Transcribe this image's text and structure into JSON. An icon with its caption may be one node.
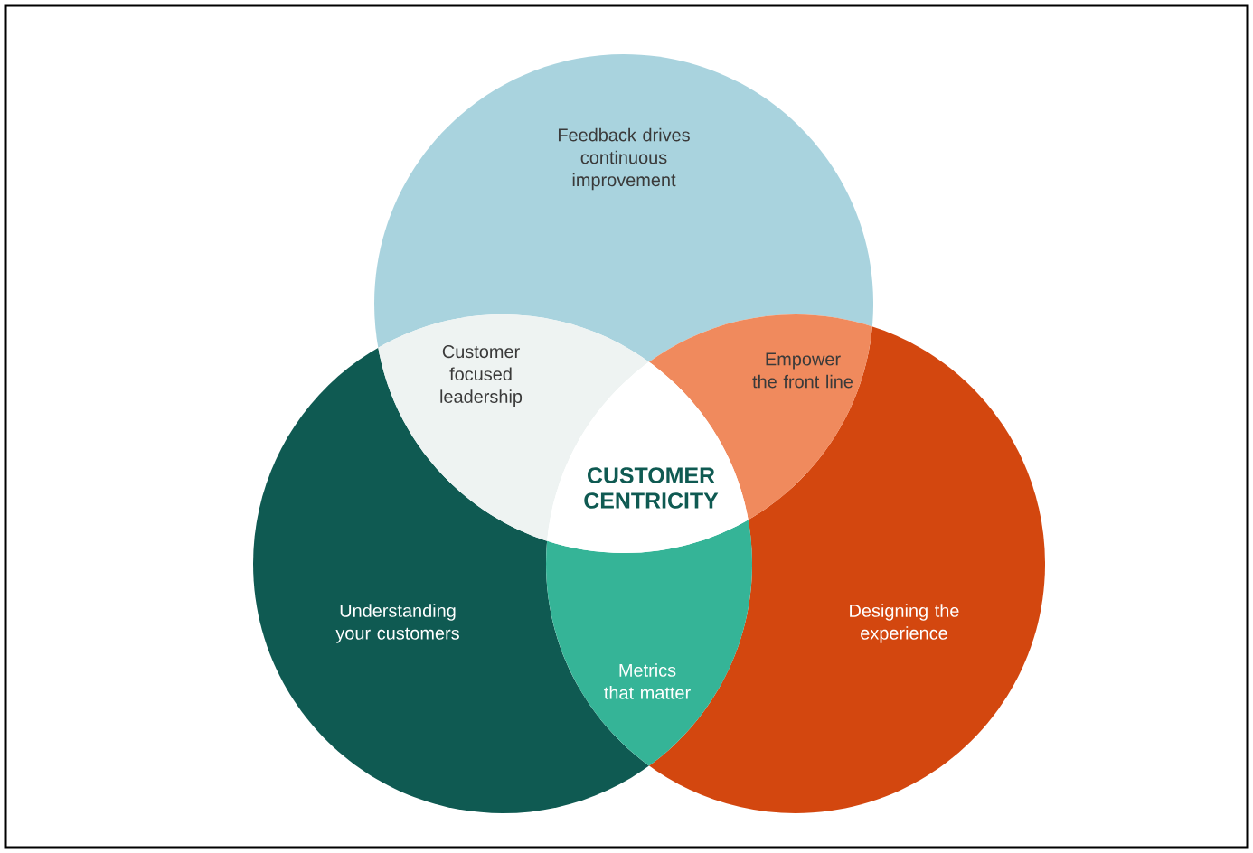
{
  "diagram": {
    "nodes": [
      {
        "text": [
          "Feedback drives continuous improvement"
        ]
      },
      {
        "text": [
          "Understanding your customers"
        ]
      },
      {
        "text": [
          "Designing the experience"
        ]
      },
      {
        "text": [
          "Customer focused leadership"
        ]
      },
      {
        "text": [
          "Empower the front line"
        ]
      },
      {
        "text": [
          "Metrics that matter"
        ]
      },
      {
        "text": [
          "CUSTOMER CENTRICITY"
        ]
      }
    ]
  }
}
